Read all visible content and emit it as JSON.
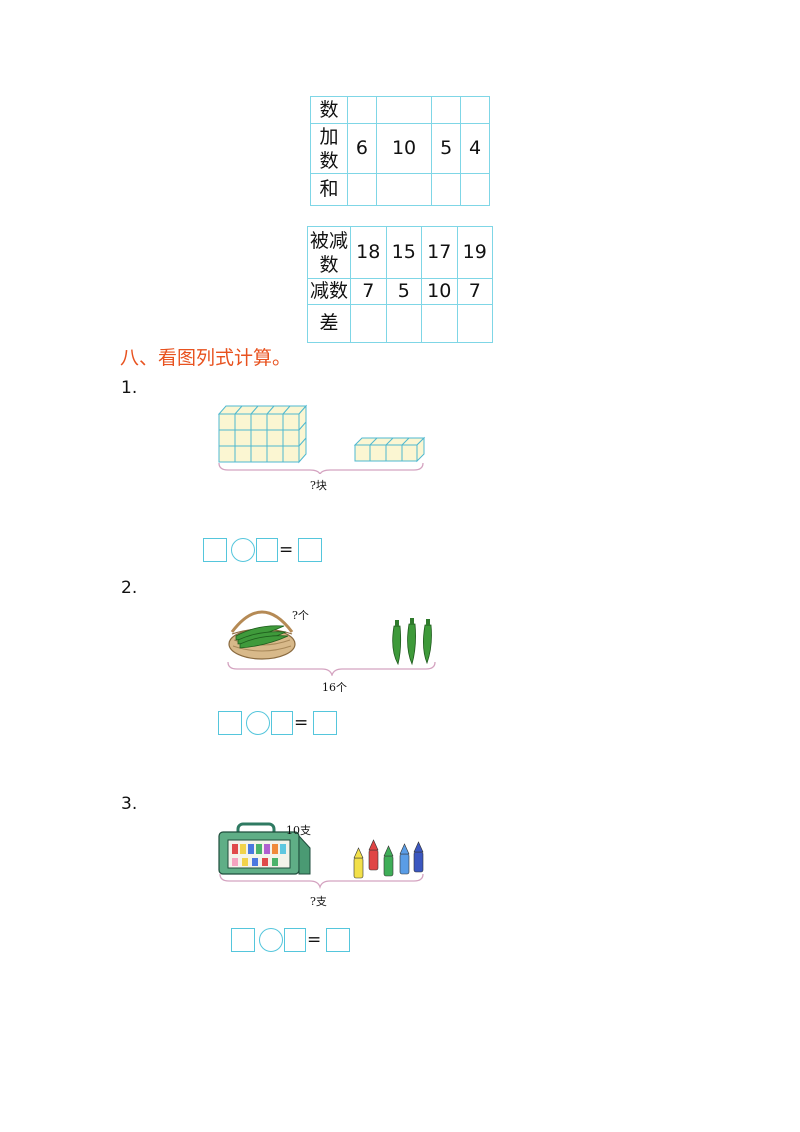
{
  "table1": {
    "rows": [
      {
        "label": "数",
        "cells": [
          "",
          "",
          "",
          ""
        ]
      },
      {
        "label": "加数",
        "cells": [
          "6",
          "10",
          "5",
          "4"
        ]
      },
      {
        "label": "和",
        "cells": [
          "",
          "",
          "",
          ""
        ]
      }
    ]
  },
  "table2": {
    "rows": [
      {
        "label": "被减数",
        "cells": [
          "18",
          "15",
          "17",
          "19"
        ]
      },
      {
        "label": "减数",
        "cells": [
          "7",
          "5",
          "10",
          "7"
        ]
      },
      {
        "label": "差",
        "cells": [
          "",
          "",
          "",
          ""
        ]
      }
    ]
  },
  "section8": {
    "title": "八、看图列式计算。",
    "q1": {
      "num": "1.",
      "caption": "?块",
      "equals": "="
    },
    "q2": {
      "num": "2.",
      "label_top": "?个",
      "caption": "16个",
      "equals": "="
    },
    "q3": {
      "num": "3.",
      "label_top": "10支",
      "caption": "?支",
      "equals": "="
    }
  },
  "colors": {
    "title": "#e8521f",
    "grid": "#7fd6e6",
    "answer_box": "#55c6dc"
  }
}
